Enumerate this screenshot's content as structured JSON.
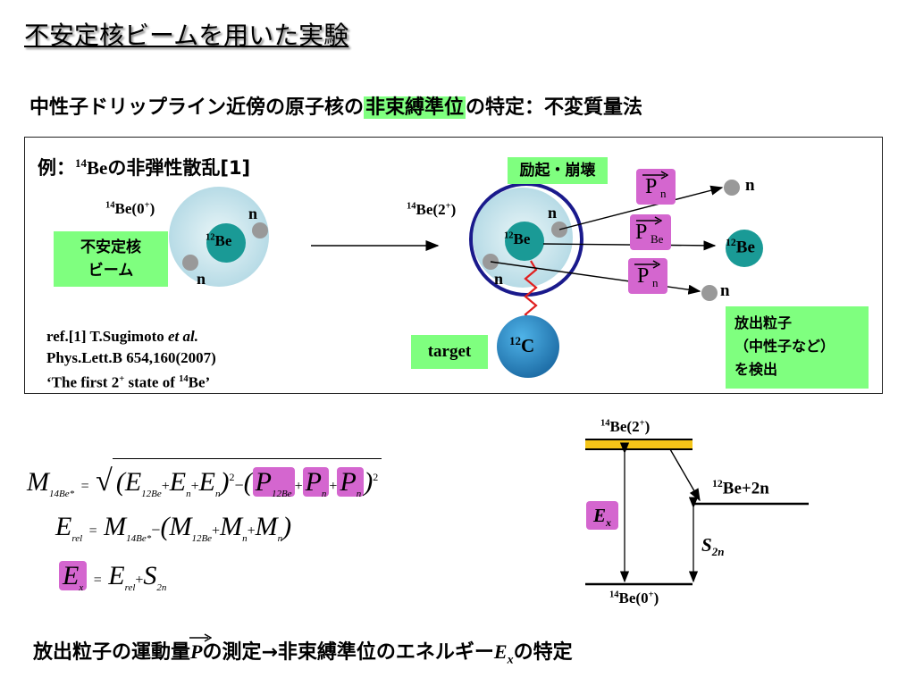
{
  "title": "不安定核ビームを用いた実験",
  "subtitle": {
    "before": "中性子ドリップライン近傍の原子核の",
    "highlight": "非束縛準位",
    "after": "の特定：不変質量法"
  },
  "panel": {
    "example_label": "例：",
    "example_nucleus_sup": "14",
    "example_nucleus": "Be",
    "example_rest": "の非弾性散乱[1]",
    "beam_state_sup": "14",
    "beam_state": "Be(0",
    "beam_state_sup2": "+",
    "beam_state_close": ")",
    "core_sup": "12",
    "core": "Be",
    "neutron": "n",
    "unstable_beam_line1": "不安定核",
    "unstable_beam_line2": "ビーム",
    "ref_line1": "ref.[1] T.Sugimoto ",
    "ref_line1_italic": "et al.",
    "ref_line2": "Phys.Lett.B 654,160(2007)",
    "ref_line3_a": "‘The first 2",
    "ref_line3_sup": "+",
    "ref_line3_b": " state of ",
    "ref_line3_sup2": "14",
    "ref_line3_c": "Be’",
    "excited_state_sup": "14",
    "excited_state": "Be(2",
    "excited_state_sup2": "+",
    "excited_state_close": ")",
    "excite_decay": "励起・崩壊",
    "target_label": "target",
    "target_sup": "12",
    "target_nucleus": "C",
    "p_symbol": "P",
    "p_sub_n": "n",
    "p_sub_be": "Be",
    "outgoing_neutron": "n",
    "outgoing_core_sup": "12",
    "outgoing_core": "Be",
    "emitted_line1": "放出粒子",
    "emitted_line2": "（中性子など）",
    "emitted_line3": "を検出"
  },
  "level_scheme": {
    "upper_sup": "14",
    "upper_label": "Be(2",
    "upper_sup2": "+",
    "upper_close": ")",
    "threshold_sup": "12",
    "threshold_label": "Be+2n",
    "ground_sup": "14",
    "ground_label": "Be(0",
    "ground_sup2": "+",
    "ground_close": ")",
    "ex_symbol": "E",
    "ex_sub": "x",
    "s_symbol": "S",
    "s_sub": "2n"
  },
  "equations": {
    "M": "M",
    "E": "E",
    "P": "P",
    "S": "S",
    "sub_14be": "14Be*",
    "sub_12be": "12Be",
    "sub_n": "n",
    "sub_rel": "rel",
    "sub_x": "x",
    "sub_2n": "2n",
    "equals": "=",
    "plus": "+",
    "minus": "−",
    "sq": "2"
  },
  "bottom": {
    "before": "放出粒子の運動量",
    "p_symbol": "P",
    "middle": "の測定→非束縛準位のエネルギー",
    "ex_symbol": "E",
    "ex_sub": "x",
    "after": "の特定"
  },
  "colors": {
    "highlight_green": "#7fff7f",
    "pink": "#d466cf",
    "teal": "#1a9a96",
    "halo": "#c4e4ec",
    "navy": "#1a1a8c",
    "gold": "#f5c518"
  }
}
